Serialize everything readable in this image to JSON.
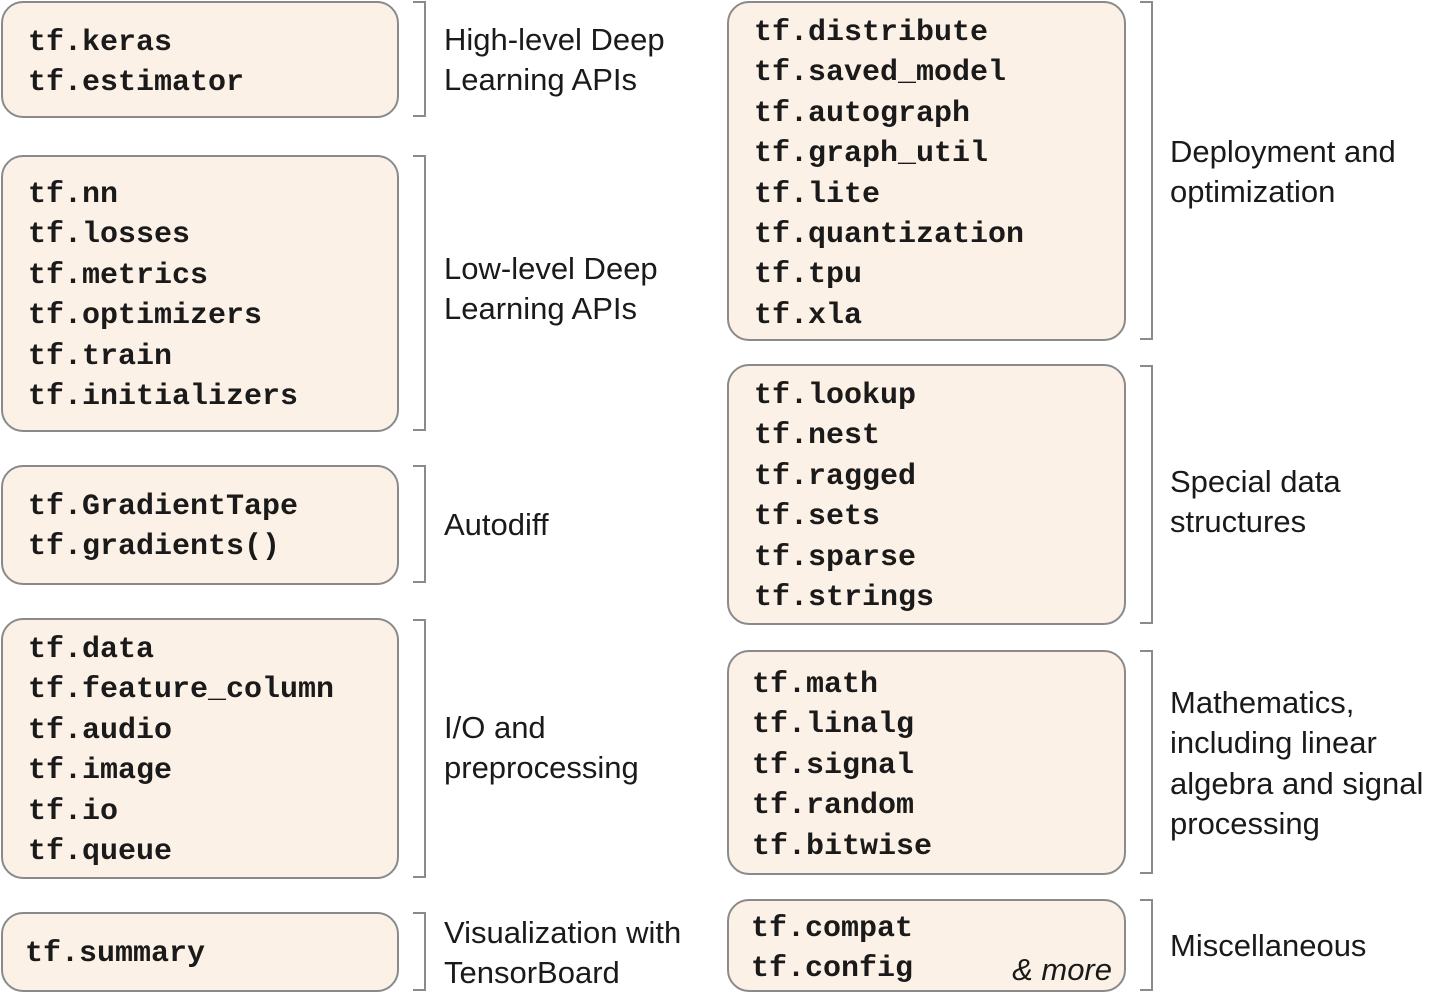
{
  "groups": [
    {
      "label_lines": [
        "High-level Deep",
        "Learning APIs"
      ],
      "modules": [
        "tf.keras",
        "tf.estimator"
      ]
    },
    {
      "label_lines": [
        "Low-level Deep",
        "Learning APIs"
      ],
      "modules": [
        "tf.nn",
        "tf.losses",
        "tf.metrics",
        "tf.optimizers",
        "tf.train",
        "tf.initializers"
      ]
    },
    {
      "label_lines": [
        "Autodiff"
      ],
      "modules": [
        "tf.GradientTape",
        "tf.gradients()"
      ]
    },
    {
      "label_lines": [
        "I/O and",
        "preprocessing"
      ],
      "modules": [
        "tf.data",
        "tf.feature_column",
        "tf.audio",
        "tf.image",
        "tf.io",
        "tf.queue"
      ]
    },
    {
      "label_lines": [
        "Visualization with",
        "TensorBoard"
      ],
      "modules": [
        "tf.summary"
      ]
    },
    {
      "label_lines": [
        "Deployment and",
        "optimization"
      ],
      "modules": [
        "tf.distribute",
        "tf.saved_model",
        "tf.autograph",
        "tf.graph_util",
        "tf.lite",
        "tf.quantization",
        "tf.tpu",
        "tf.xla"
      ]
    },
    {
      "label_lines": [
        "Special data",
        "structures"
      ],
      "modules": [
        "tf.lookup",
        "tf.nest",
        "tf.ragged",
        "tf.sets",
        "tf.sparse",
        "tf.strings"
      ]
    },
    {
      "label_lines": [
        "Mathematics,",
        "including linear",
        "algebra and signal",
        "processing"
      ],
      "modules": [
        "tf.math",
        "tf.linalg",
        "tf.signal",
        "tf.random",
        "tf.bitwise"
      ]
    },
    {
      "label_lines": [
        "Miscellaneous"
      ],
      "modules": [
        "tf.compat",
        "tf.config"
      ],
      "extra_note": "& more"
    }
  ],
  "colors": {
    "box_fill": "#fcf1e7",
    "box_border": "#8a8a8a",
    "bracket": "#8a8a8a",
    "text": "#1a1a1a"
  }
}
